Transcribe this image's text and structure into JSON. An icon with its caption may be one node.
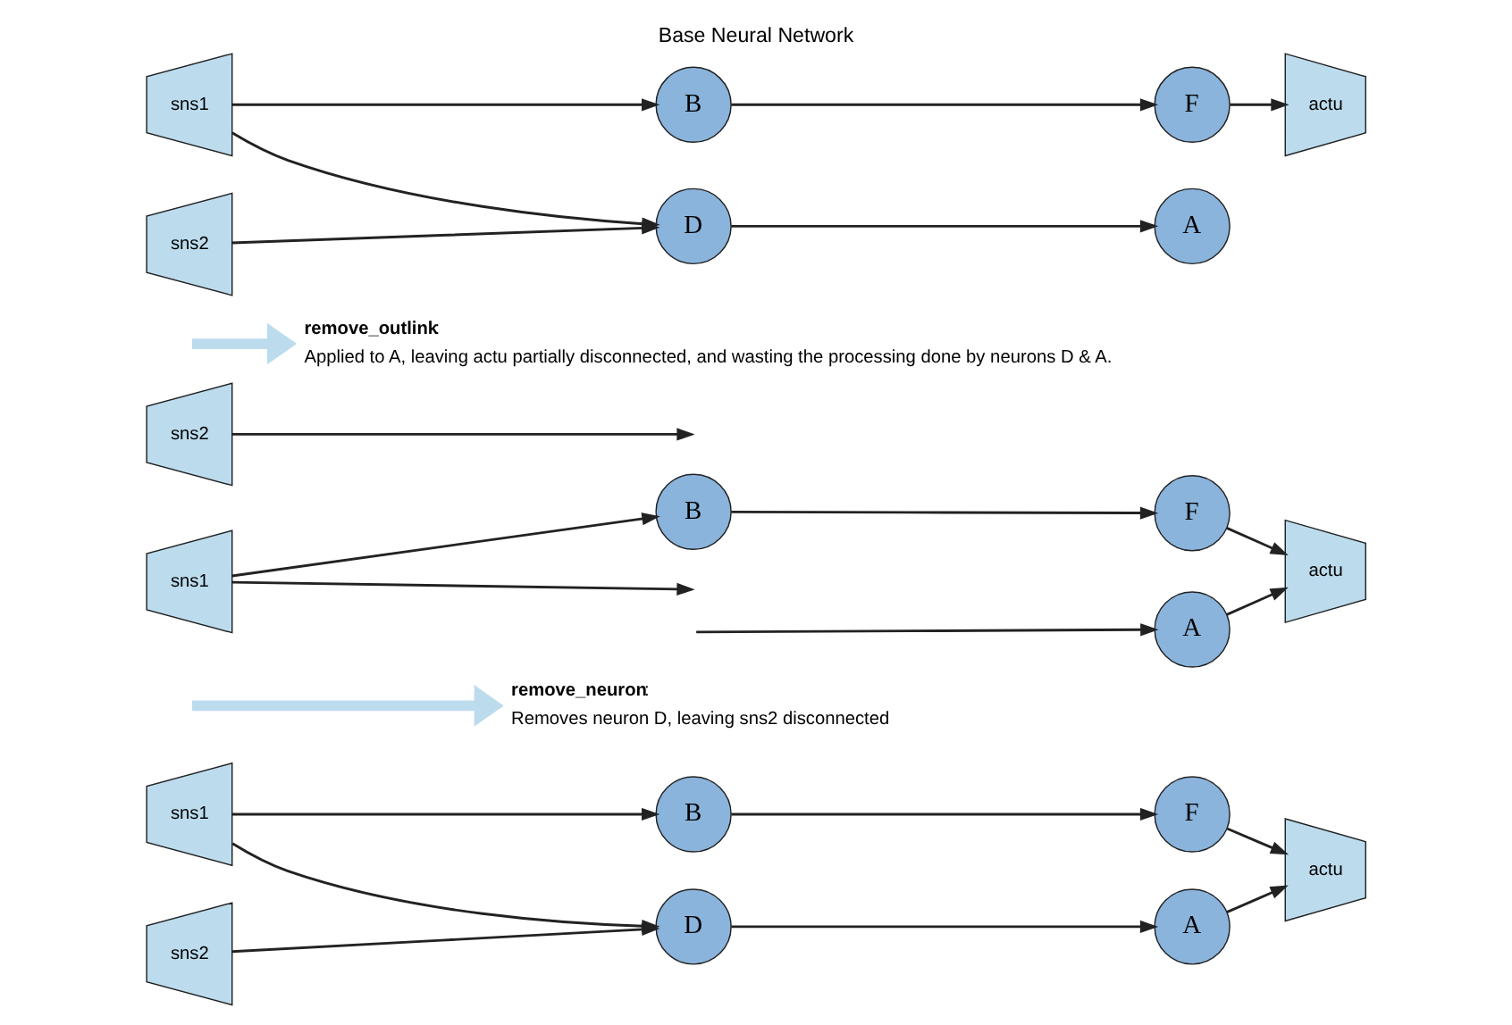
{
  "diagram": {
    "title": "Base Neural Network",
    "nodes": [
      {
        "text": [
          "sns1"
        ]
      },
      {
        "text": [
          "sns2"
        ]
      },
      {
        "text": [
          "B"
        ]
      },
      {
        "text": [
          "D"
        ]
      },
      {
        "text": [
          "F"
        ]
      },
      {
        "text": [
          "A"
        ]
      },
      {
        "text": [
          "actu"
        ]
      },
      {
        "text": [
          "**remove_neuron**:",
          "Removes neuron D, leaving sns2 disconnected"
        ]
      },
      {
        "text": [
          "sns1"
        ]
      },
      {
        "text": [
          "sns2"
        ]
      },
      {
        "text": [
          "B"
        ]
      },
      {
        "text": [
          "F"
        ]
      },
      {
        "text": [
          "A"
        ]
      },
      {
        "text": [
          "actu"
        ]
      },
      {
        "text": [
          "**remove_outlink**:",
          "Applied to A, leaving actu partially disconnected, and wasting the processing done by neurons D & A."
        ]
      },
      {
        "text": [
          "sns1"
        ]
      },
      {
        "text": [
          "sns2"
        ]
      },
      {
        "text": [
          "B"
        ]
      },
      {
        "text": [
          "D"
        ]
      },
      {
        "text": [
          "F"
        ]
      },
      {
        "text": [
          "A"
        ]
      },
      {
        "text": [
          "actu"
        ]
      }
    ],
    "edges": [
      {
        "from": 0,
        "to": 2,
        "arrow": "to"
      },
      {
        "from": 0,
        "to": 3,
        "arrow": "to"
      },
      {
        "from": 1,
        "to": 3,
        "arrow": "to"
      },
      {
        "from": 2,
        "to": 4,
        "arrow": "to"
      },
      {
        "from": 3,
        "to": 5,
        "arrow": "to"
      },
      {
        "from": 4,
        "to": 6,
        "arrow": "to"
      },
      {
        "from": 5,
        "to": 6,
        "arrow": "to"
      },
      {
        "from": null,
        "to": 7,
        "arrow": "to",
        "style": "thick",
        "color": "#bcdcee"
      },
      {
        "from": null,
        "to": 14,
        "arrow": "to",
        "style": "thick",
        "color": "#bcdcee"
      },
      {
        "from": 8,
        "to": 10,
        "arrow": "to"
      },
      {
        "from": 8,
        "to": null,
        "arrow": "to"
      },
      {
        "from": 9,
        "to": null,
        "arrow": "to"
      },
      {
        "from": null,
        "to": 12,
        "arrow": "to"
      },
      {
        "from": 10,
        "to": 11,
        "arrow": "to"
      },
      {
        "from": 11,
        "to": 13,
        "arrow": "to"
      },
      {
        "from": 12,
        "to": 13,
        "arrow": "to"
      },
      {
        "from": 15,
        "to": 17,
        "arrow": "to"
      },
      {
        "from": 15,
        "to": 18,
        "arrow": "to"
      },
      {
        "from": 16,
        "to": 18,
        "arrow": "to"
      },
      {
        "from": 17,
        "to": 19,
        "arrow": "to"
      },
      {
        "from": 19,
        "to": 21,
        "arrow": "to"
      },
      {
        "from": 18,
        "to": 20,
        "arrow": "to"
      }
    ]
  }
}
